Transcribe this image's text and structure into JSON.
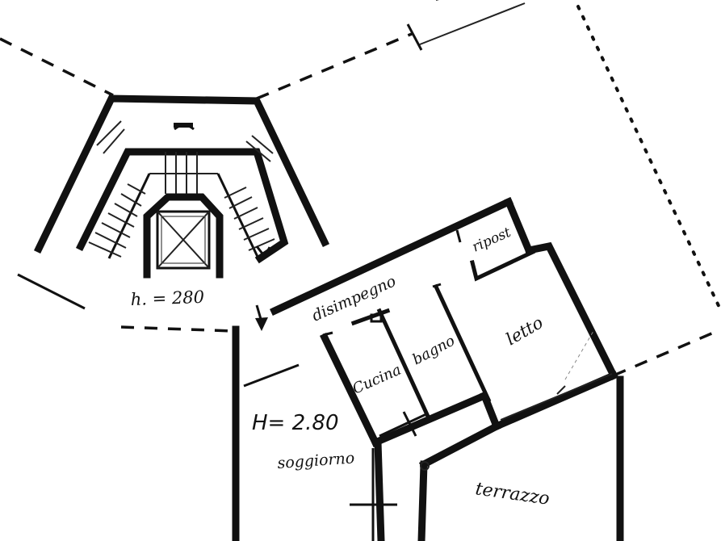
{
  "plan": {
    "stair_height_label": "h. = 280",
    "apartment_height_label": "H= 2.80",
    "rooms": {
      "disimpegno": "disimpegno",
      "ripost": "ripost",
      "letto": "letto",
      "cucina": "Cucina",
      "bagno": "bagno",
      "soggiorno": "soggiorno",
      "terrazzo": "terrazzo"
    },
    "icons": {
      "entrance": "entrance-arrow-icon",
      "elevator": "elevator-icon"
    }
  }
}
